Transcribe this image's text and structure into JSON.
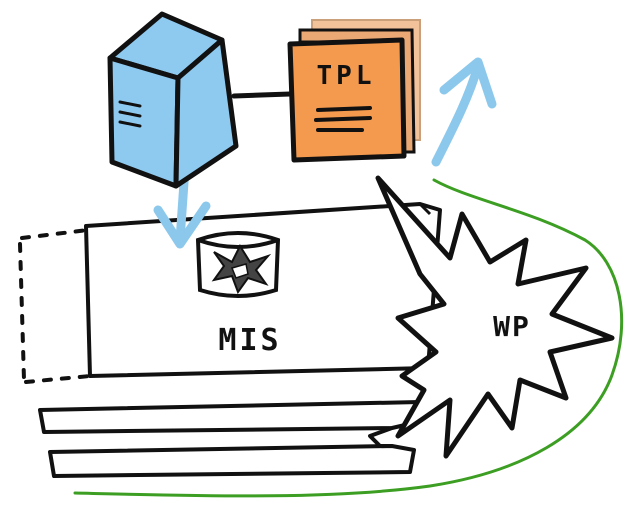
{
  "diagram": {
    "nodes": {
      "server": {
        "label": "",
        "icon": "server-tower-icon"
      },
      "template": {
        "label": "TPL",
        "icon": "document-stack-icon"
      },
      "mis": {
        "label": "MIS",
        "icon": "database-cylinder-icon"
      },
      "wp": {
        "label": "WP",
        "icon": "starburst-icon"
      }
    },
    "colors": {
      "server_fill": "#8ec9ef",
      "template_fill": "#f39a4f",
      "template_back_fill": "#f2c29b",
      "arrow_blue": "#8cc8ec",
      "loop_green": "#3c9e22",
      "ink": "#111111"
    }
  }
}
